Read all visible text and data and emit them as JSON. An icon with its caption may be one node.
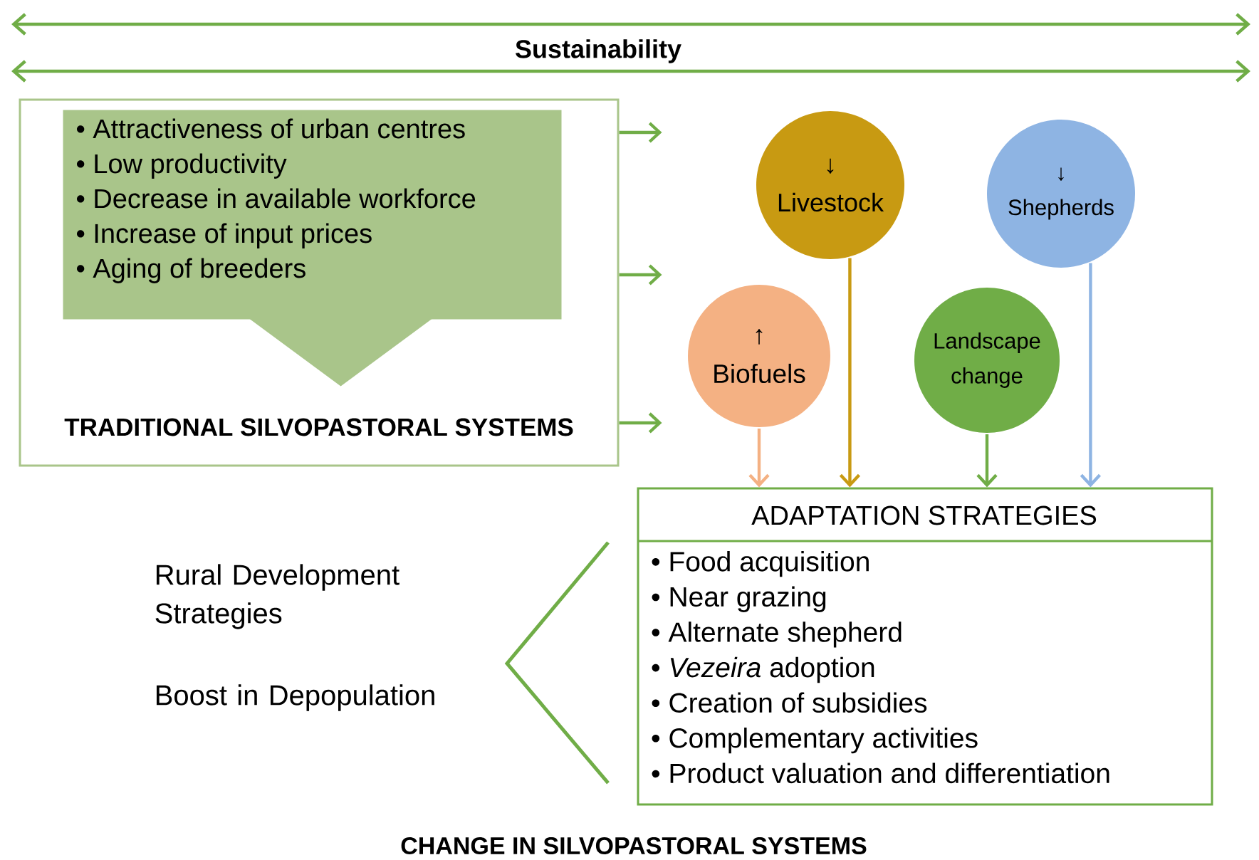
{
  "diagram": {
    "caption": "CHANGE IN SILVOPASTORAL SYSTEMS",
    "nodes": [
      {
        "text": [
          "TRADITIONAL SILVOPASTORAL SYSTEMS"
        ]
      },
      {
        "text": [
          "• Attractiveness of urban centres",
          "• Low productivity",
          "• Decrease in available workforce",
          "• Increase of input prices",
          "• Aging of breeders"
        ],
        "in": 0
      },
      {
        "text": [
          "↓",
          "Livestock"
        ]
      },
      {
        "text": [
          "↓",
          "Shepherds"
        ]
      },
      {
        "text": [
          "↑",
          "Biofuels"
        ]
      },
      {
        "text": [
          "Landscape change"
        ]
      },
      {
        "text": [
          "ADAPTATION STRATEGIES",
          "• Food acquisition",
          "• Near grazing",
          "• Alternate shepherd",
          "• *Vezeira* adoption",
          "• Creation of subsidies",
          "• Complementary activities",
          "• Product valuation and differentiation"
        ]
      }
    ],
    "edges": [
      {
        "from": 0,
        "to": null,
        "arrow": "to"
      },
      {
        "from": 0,
        "to": null,
        "arrow": "to"
      },
      {
        "from": 0,
        "to": null,
        "arrow": "to"
      },
      {
        "from": 4,
        "to": 6,
        "arrow": "to",
        "color": "#f4b183"
      },
      {
        "from": 2,
        "to": 6,
        "arrow": "to",
        "color": "#c89a12"
      },
      {
        "from": 5,
        "to": 6,
        "arrow": "to"
      },
      {
        "from": 3,
        "to": 6,
        "arrow": "to",
        "color": "#8eb4e3"
      }
    ],
    "labels": [
      "Sustainability",
      "Rural Development Strategies",
      "Boost in Depopulation"
    ]
  }
}
